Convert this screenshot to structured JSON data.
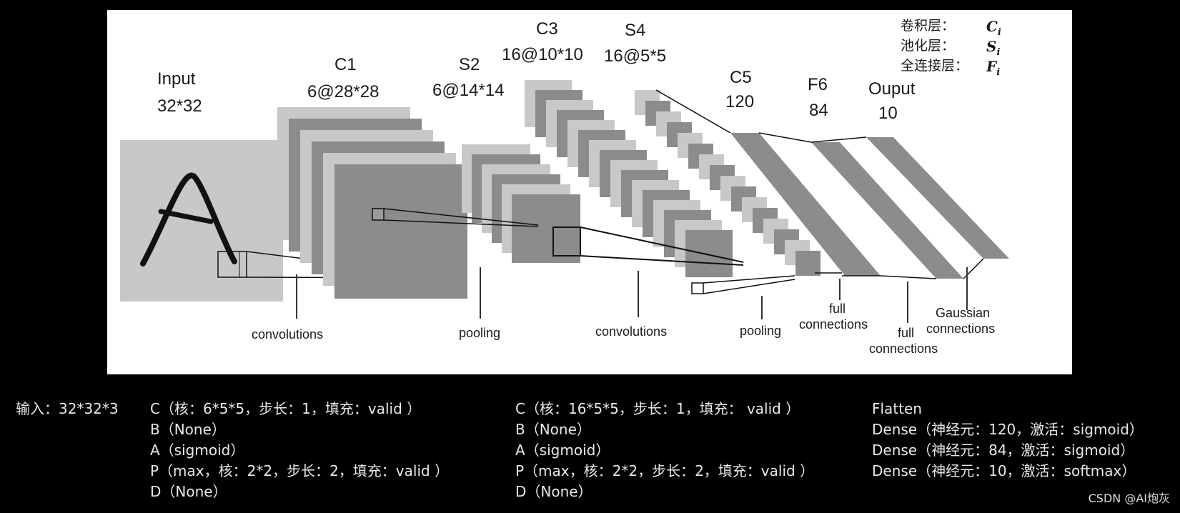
{
  "diagram": {
    "layers": {
      "input": {
        "name": "Input",
        "size": "32*32"
      },
      "c1": {
        "name": "C1",
        "size": "6@28*28"
      },
      "s2": {
        "name": "S2",
        "size": "6@14*14"
      },
      "c3": {
        "name": "C3",
        "size": "16@10*10"
      },
      "s4": {
        "name": "S4",
        "size": "16@5*5"
      },
      "c5": {
        "name": "C5",
        "size": "120"
      },
      "f6": {
        "name": "F6",
        "size": "84"
      },
      "output": {
        "name": "Ouput",
        "size": "10"
      }
    },
    "operations": {
      "conv1": "convolutions",
      "pool1": "pooling",
      "conv2": "convolutions",
      "pool2": "pooling",
      "full1_line1": "full",
      "full1_line2": "connections",
      "full2_line1": "full",
      "full2_line2": "connections",
      "gauss_line1": "Gaussian",
      "gauss_line2": "connections"
    },
    "legend": [
      {
        "text": "卷积层：",
        "symbol": "C",
        "sub": "i"
      },
      {
        "text": "池化层：",
        "symbol": "S",
        "sub": "i"
      },
      {
        "text": "全连接层：",
        "symbol": "F",
        "sub": "i"
      }
    ]
  },
  "config": {
    "input_label": "输入：32*32*3",
    "block1": [
      "C（核：6*5*5，步长：1，填充：valid ）",
      "B（None）",
      "A（sigmoid）",
      "P（max，核：2*2，步长：2，填充：valid ）",
      "D（None）"
    ],
    "block2": [
      "C（核：16*5*5，步长：1，填充： valid ）",
      "B（None）",
      "A（sigmoid）",
      "P（max，核：2*2，步长：2，填充：valid ）",
      "D（None）"
    ],
    "block3": [
      "Flatten",
      "Dense（神经元：120，激活：sigmoid）",
      "Dense（神经元：84，激活：sigmoid）",
      "Dense（神经元：10，激活：softmax）"
    ]
  },
  "credit": "CSDN @AI炮灰",
  "colors": {
    "background": "#000000",
    "panel": "#ffffff",
    "light_gray": "#c8c8c8",
    "mid_gray": "#8c8c8c",
    "dark_gray": "#7a7a7a"
  }
}
